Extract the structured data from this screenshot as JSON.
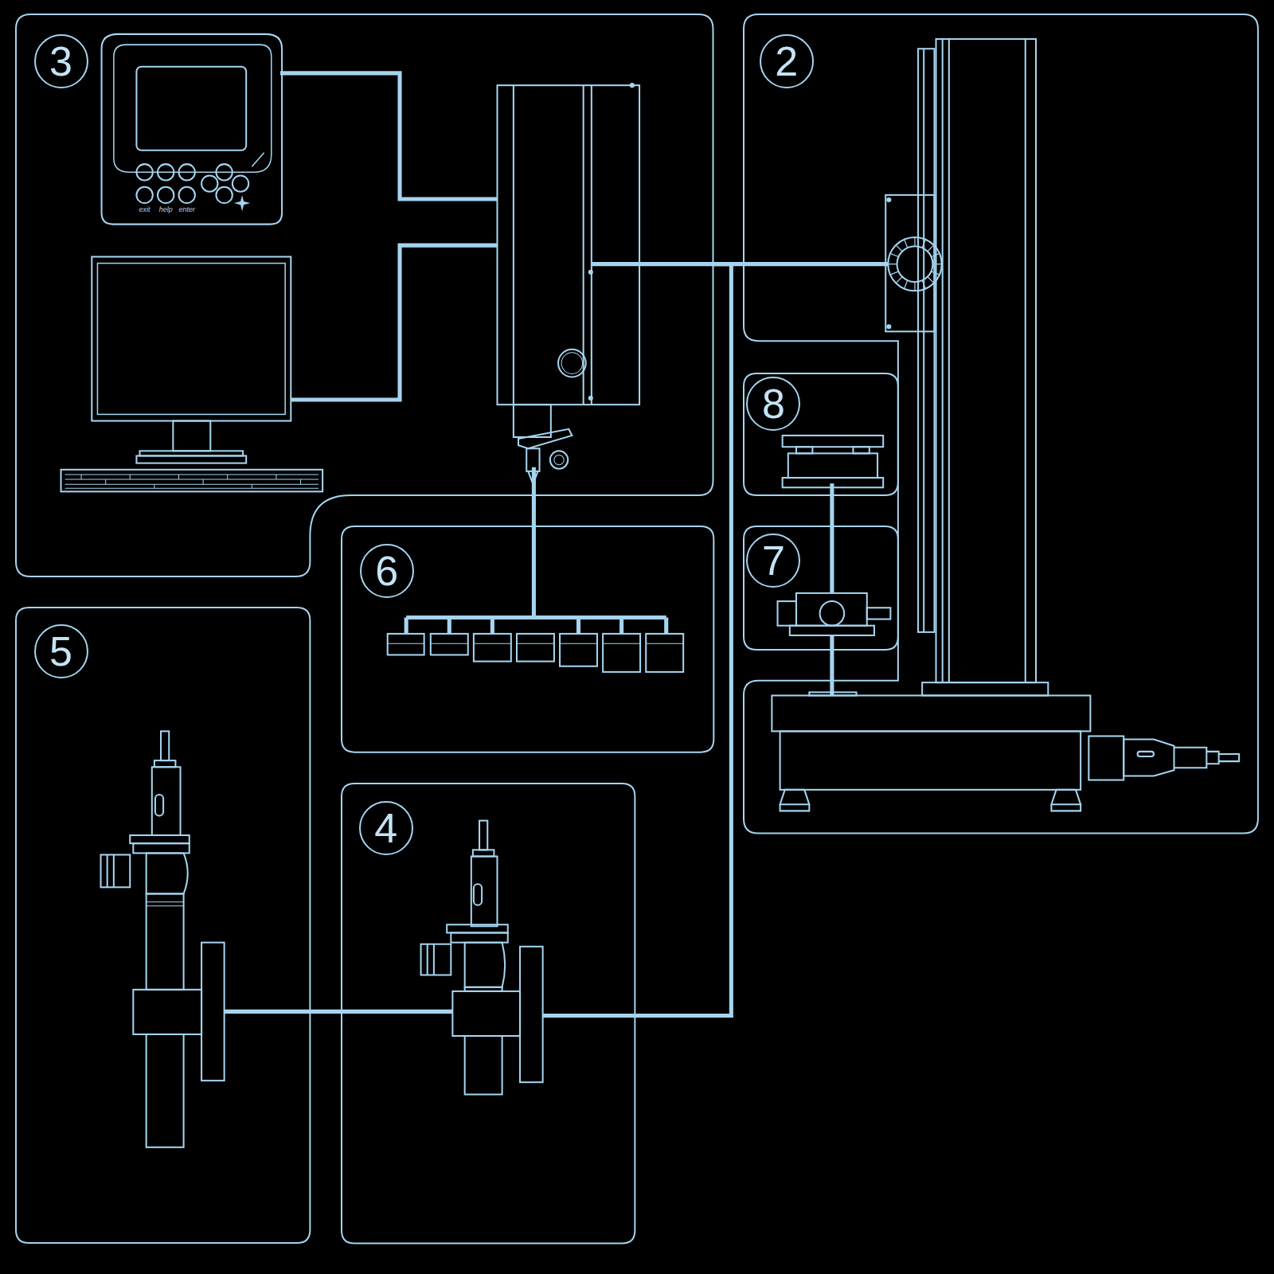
{
  "diagram": {
    "nodes": [
      {
        "text": [
          "3"
        ]
      },
      {
        "text": [
          "2"
        ]
      },
      {
        "text": [
          "8"
        ]
      },
      {
        "text": [
          "7"
        ]
      },
      {
        "text": [
          "6"
        ]
      },
      {
        "text": [
          "5"
        ]
      },
      {
        "text": [
          "4"
        ]
      }
    ],
    "edges": [
      {
        "from": 0,
        "to": 1,
        "arrow": "none"
      },
      {
        "from": 0,
        "to": 6,
        "arrow": "none"
      },
      {
        "from": 6,
        "to": 5,
        "arrow": "none"
      },
      {
        "from": 0,
        "to": 4,
        "arrow": "none"
      },
      {
        "from": 2,
        "to": 3,
        "arrow": "none"
      },
      {
        "from": 3,
        "to": 1,
        "arrow": "none"
      }
    ],
    "labels": [
      "exit",
      "help",
      "enter"
    ]
  }
}
